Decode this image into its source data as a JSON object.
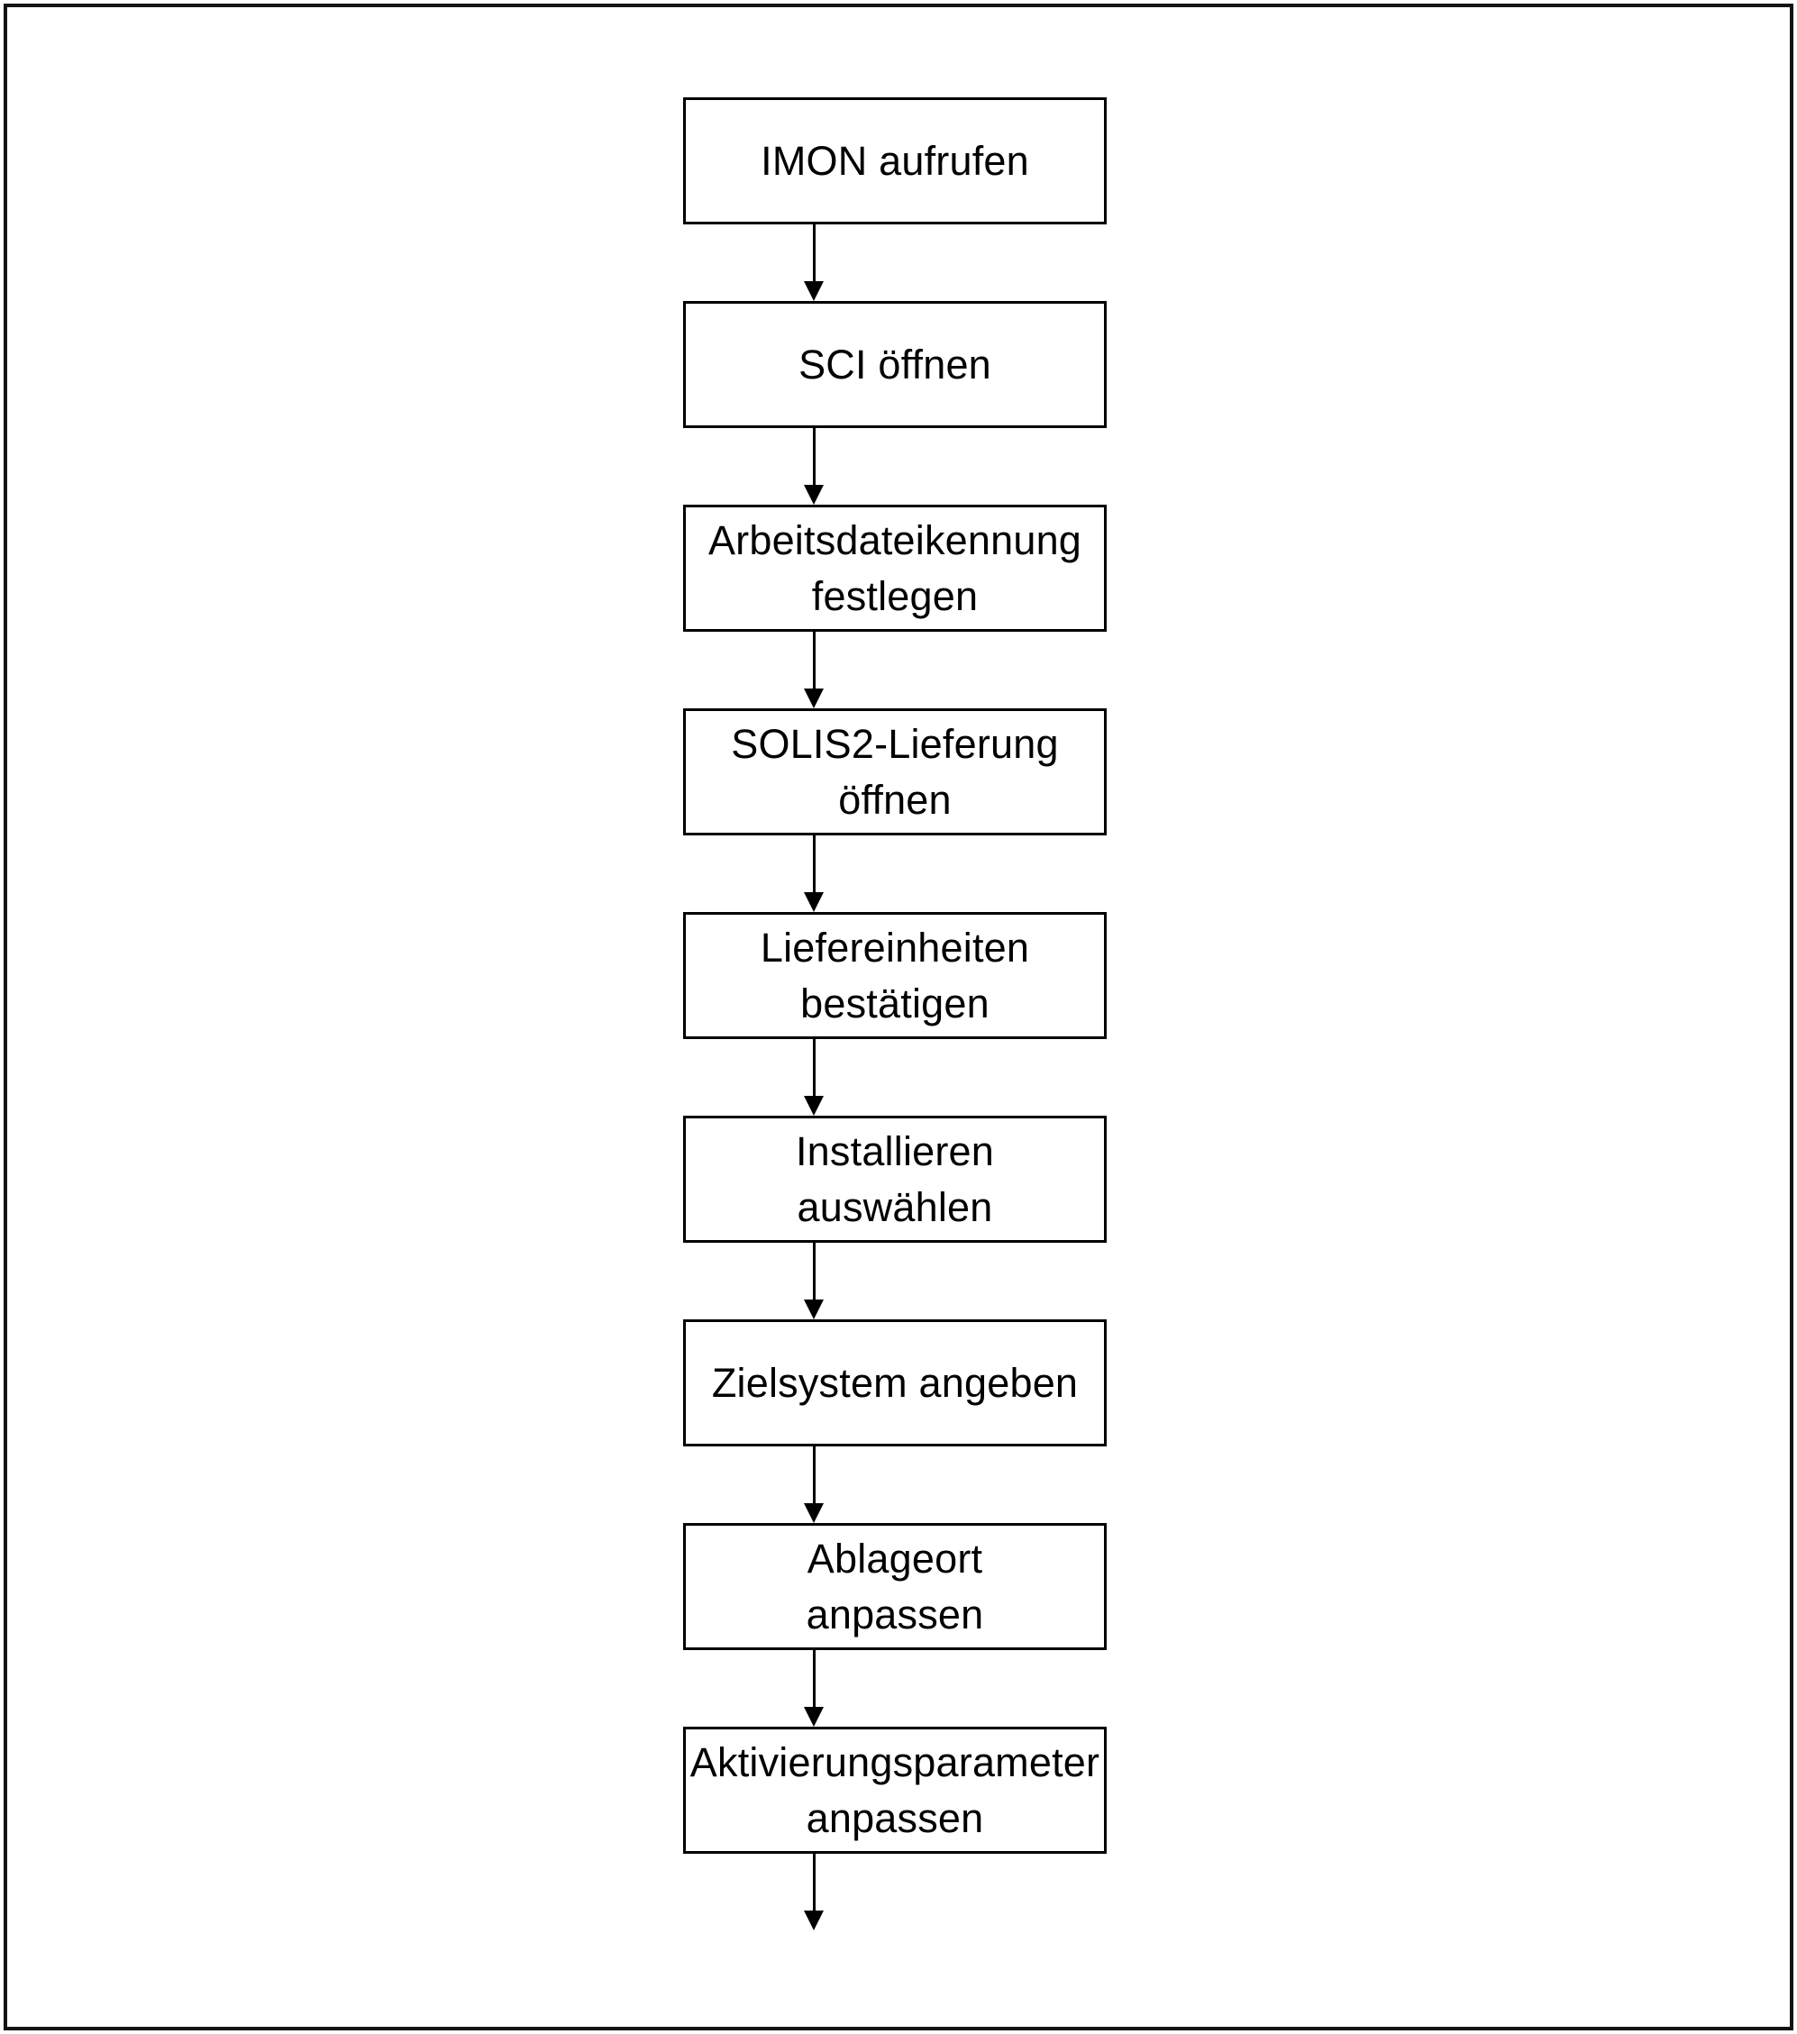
{
  "diagram": {
    "type": "flowchart",
    "direction": "top-to-bottom",
    "colors": {
      "background": "#ffffff",
      "box_fill": "#ffffff",
      "box_border": "#000000",
      "arrow": "#000000",
      "text": "#000000",
      "outer_frame": "#141414"
    },
    "nodes": [
      {
        "id": "imon-aufrufen",
        "label": "IMON aufrufen",
        "lines": [
          "IMON aufrufen"
        ]
      },
      {
        "id": "sci-oeffnen",
        "label": "SCI öffnen",
        "lines": [
          "SCI öffnen"
        ]
      },
      {
        "id": "arbeitsdateikennung-festlegen",
        "label": "Arbeitsdateikennung festlegen",
        "lines": [
          "Arbeitsdateikennung",
          "festlegen"
        ]
      },
      {
        "id": "solis2-lieferung-oeffnen",
        "label": "SOLIS2-Lieferung öffnen",
        "lines": [
          "SOLIS2-Lieferung",
          "öffnen"
        ]
      },
      {
        "id": "liefereinheiten-bestaetigen",
        "label": "Liefereinheiten bestätigen",
        "lines": [
          "Liefereinheiten",
          "bestätigen"
        ]
      },
      {
        "id": "installieren-auswaehlen",
        "label": "Installieren auswählen",
        "lines": [
          "Installieren",
          "auswählen"
        ]
      },
      {
        "id": "zielsystem-angeben",
        "label": "Zielsystem angeben",
        "lines": [
          "Zielsystem angeben"
        ]
      },
      {
        "id": "ablageort-anpassen",
        "label": "Ablageort anpassen",
        "lines": [
          "Ablageort",
          "anpassen"
        ]
      },
      {
        "id": "aktivierungsparameter-anpassen",
        "label": "Aktivierungsparameter anpassen",
        "lines": [
          "Aktivierungsparameter",
          "anpassen"
        ]
      }
    ],
    "edges": [
      {
        "from": "imon-aufrufen",
        "to": "sci-oeffnen"
      },
      {
        "from": "sci-oeffnen",
        "to": "arbeitsdateikennung-festlegen"
      },
      {
        "from": "arbeitsdateikennung-festlegen",
        "to": "solis2-lieferung-oeffnen"
      },
      {
        "from": "solis2-lieferung-oeffnen",
        "to": "liefereinheiten-bestaetigen"
      },
      {
        "from": "liefereinheiten-bestaetigen",
        "to": "installieren-auswaehlen"
      },
      {
        "from": "installieren-auswaehlen",
        "to": "zielsystem-angeben"
      },
      {
        "from": "zielsystem-angeben",
        "to": "ablageort-anpassen"
      },
      {
        "from": "ablageort-anpassen",
        "to": "aktivierungsparameter-anpassen"
      }
    ],
    "trailing_arrow": true
  }
}
